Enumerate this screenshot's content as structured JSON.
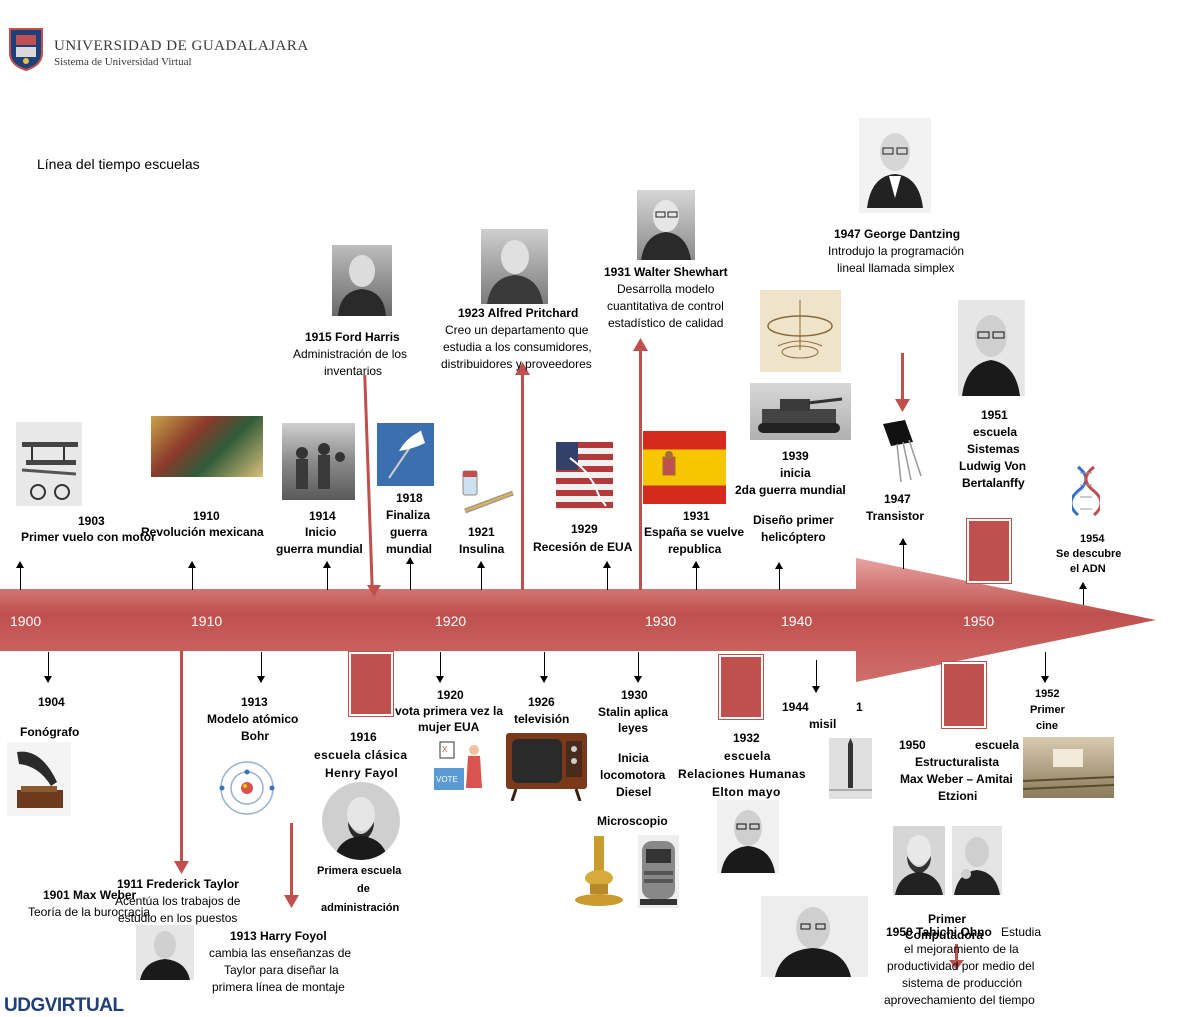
{
  "header": {
    "university_name": "UNIVERSIDAD DE GUADALAJARA",
    "system_name": "Sistema de Universidad Virtual",
    "page_title": "Línea del tiempo escuelas",
    "footer_logo": "UDGVIRTUAL"
  },
  "colors": {
    "arrow": "#c0504d",
    "arrow_light": "#e6a3a2",
    "text": "#000000"
  },
  "axis_years": [
    "1900",
    "1910",
    "1920",
    "1930",
    "1940",
    "1950"
  ],
  "events_top": {
    "e1903_year": "1903",
    "e1903_text": "Primer vuelo con motor",
    "e1910_year": "1910",
    "e1910_text": "Revolución mexicana",
    "e1914_year": "1914",
    "e1914_l1": "Inicio",
    "e1914_l2": "guerra mundial",
    "e1918_year": "1918",
    "e1918_l1": "Finaliza",
    "e1918_l2": "guerra",
    "e1918_l3": "mundial",
    "e1921_year": "1921",
    "e1921_text": "Insulina",
    "e1929_year": "1929",
    "e1929_text": "Recesión de EUA",
    "e1931_year": "1931",
    "e1931_l1": "España se vuelve",
    "e1931_l2": "republica",
    "e1939_year": "1939",
    "e1939_l1": "inicia",
    "e1939_l2": "2da guerra mundial",
    "heli_l1": "Diseño primer",
    "heli_l2": "helicóptero",
    "e1947_year": "1947",
    "e1947_text": "Transistor",
    "e1954_year": "1954",
    "e1954_l1": "Se descubre",
    "e1954_l2": "el ADN"
  },
  "people_top": {
    "harris_name": "1915 Ford Harris",
    "harris_l1": "Administración de los",
    "harris_l2": "inventarios",
    "pritchard_name": "1923 Alfred Pritchard",
    "pritchard_l1": "Creo un departamento que",
    "pritchard_l2": "estudia a los consumidores,",
    "pritchard_l3": "distribuidores y proveedores",
    "shewhart_name": "1931 Walter Shewhart",
    "shewhart_l1": "Desarrolla modelo",
    "shewhart_l2": "cuantitativa de control",
    "shewhart_l3": "estadístico de calidad",
    "dantzing_name": "1947 George Dantzing",
    "dantzing_l1": "Introdujo la programación",
    "dantzing_l2": "lineal llamada  simplex",
    "bertalanffy_year": "1951",
    "bertalanffy_l1": "escuela",
    "bertalanffy_l2": "Sistemas",
    "bertalanffy_l3": "Ludwig Von",
    "bertalanffy_l4": "Bertalanffy"
  },
  "events_bottom": {
    "e1904_year": "1904",
    "e1904_text": "Fonógrafo",
    "e1913_year": "1913",
    "e1913_l1": "Modelo atómico",
    "e1913_l2": "Bohr",
    "e1916_year": "1916",
    "e1916_l1": "escuela clásica",
    "e1916_l2": "Henry Fayol",
    "fayol_l1": "Primera escuela",
    "fayol_l2": "de",
    "fayol_l3": "administración",
    "e1920_year": "1920",
    "e1920_l1": "vota primera vez la",
    "e1920_l2": "mujer EUA",
    "e1926_year": "1926",
    "e1926_text": "televisión",
    "e1930_year": "1930",
    "e1930_l1": "Stalin aplica",
    "e1930_l2": "leyes",
    "loco_l1": "Inicia",
    "loco_l2": "locomotora",
    "loco_l3": "Diesel",
    "microscope": "Microscopio",
    "e1932_year": "1932",
    "e1932_l1": "escuela",
    "e1932_l2": "Relaciones Humanas",
    "e1932_l3": "Elton mayo",
    "e1944_year": "1944",
    "e1944_num": "1",
    "e1944_text": "misil",
    "e1950_year": "1950",
    "e1950_word": "escuela",
    "e1950_l2": "Estructuralista",
    "e1950_l3": "Max Weber – Amitai",
    "e1950_l4": "Etzioni",
    "e1952_year": "1952",
    "e1952_l1": "Primer",
    "e1952_l2": "cine",
    "computer_l1": "Primer",
    "computer_l2": "Computadora"
  },
  "people_bottom": {
    "weber_name": "1901 Max Weber",
    "weber_text": "Teoría de la burocracia",
    "taylor_name": "1911 Frederick Taylor",
    "taylor_l1": "Acentúa los trabajos de",
    "taylor_l2": "estudio en los puestos",
    "foyol_name": "1913 Harry Foyol",
    "foyol_l1": "cambia las enseñanzas de",
    "foyol_l2": "Taylor para diseñar la",
    "foyol_l3": "primera línea de montaje",
    "ohno_name": "1950 Tahichi Ohno",
    "ohno_tail": "Estudia",
    "ohno_l1": "el mejoramiento de la",
    "ohno_l2": "productividad por medio del",
    "ohno_l3": "sistema de producción",
    "ohno_l4": "aprovechamiento del tiempo"
  }
}
